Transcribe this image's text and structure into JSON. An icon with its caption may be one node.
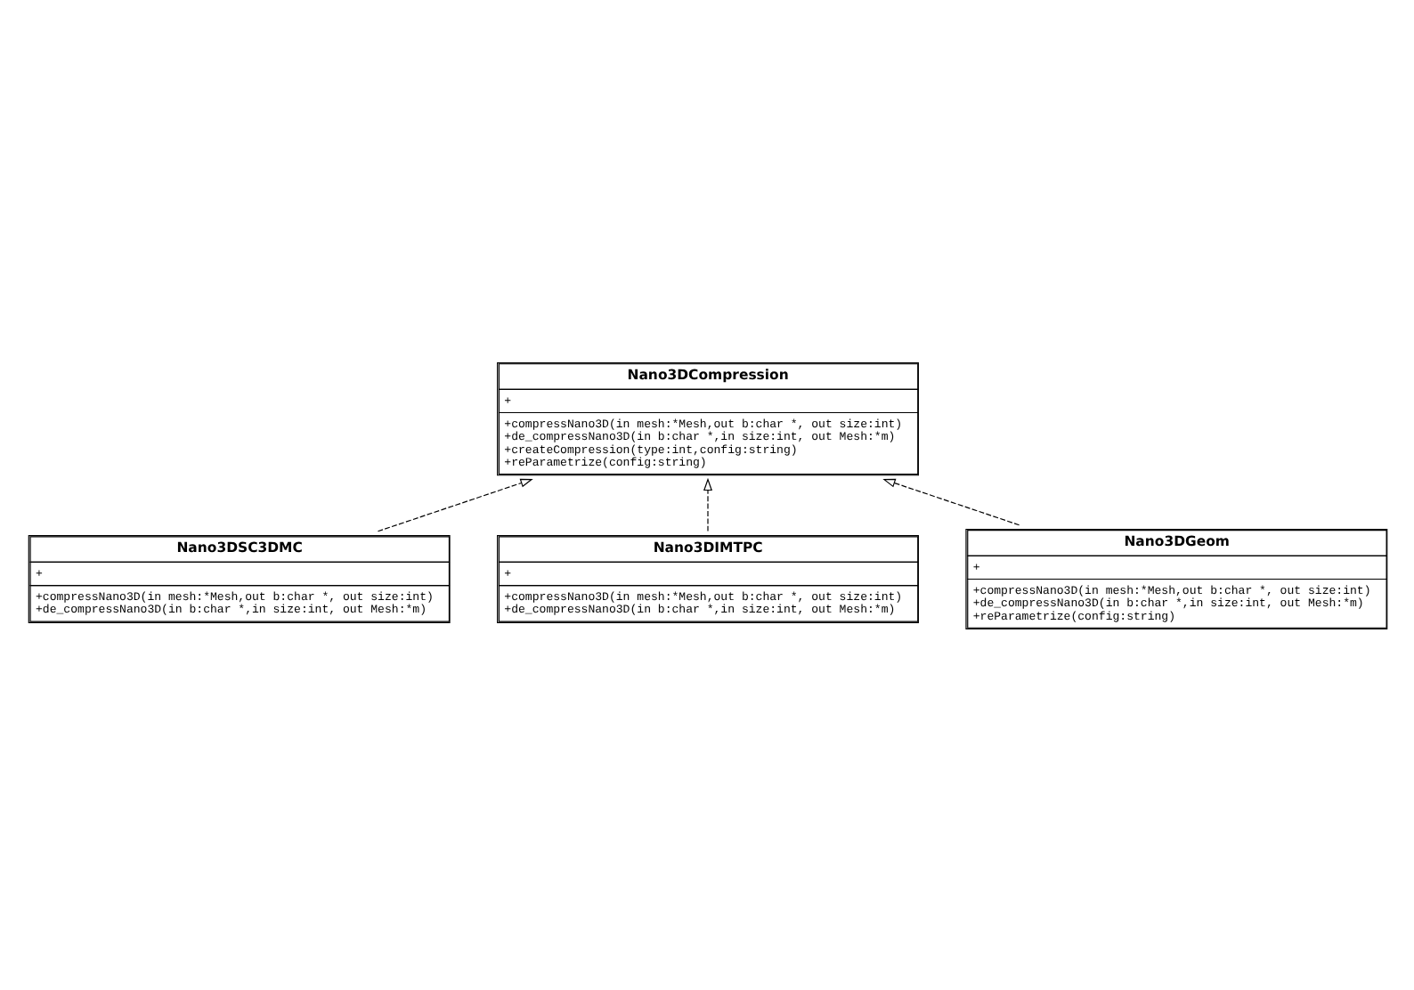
{
  "diagram": {
    "nodes": [
      {
        "text": [
          "Nano3DCompression",
          "+",
          "+compressNano3D(in mesh:*Mesh,out b:char *, out size:int)",
          "+de_compressNano3D(in b:char *,in size:int, out Mesh:*m)",
          "+createCompression(type:int,config:string)",
          "+reParametrize(config:string)"
        ]
      },
      {
        "text": [
          "Nano3DIMTPC",
          "+",
          "+compressNano3D(in mesh:*Mesh,out b:char *, out size:int)",
          "+de_compressNano3D(in b:char *,in size:int, out Mesh:*m)"
        ]
      },
      {
        "text": [
          "Nano3DSC3DMC",
          "+",
          "+compressNano3D(in mesh:*Mesh,out b:char *, out size:int)",
          "+de_compressNano3D(in b:char *,in size:int, out Mesh:*m)"
        ]
      },
      {
        "text": [
          "Nano3DGeom",
          "+",
          "+compressNano3D(in mesh:*Mesh,out b:char *, out size:int)",
          "+de_compressNano3D(in b:char *,in size:int, out Mesh:*m)",
          "+reParametrize(config:string)"
        ]
      }
    ],
    "edges": [
      {
        "from": 1,
        "to": 0,
        "arrow": "to",
        "style": "dashed"
      },
      {
        "from": 2,
        "to": 0,
        "arrow": "to",
        "style": "dashed"
      },
      {
        "from": 3,
        "to": 0,
        "arrow": "to",
        "style": "dashed"
      }
    ]
  }
}
